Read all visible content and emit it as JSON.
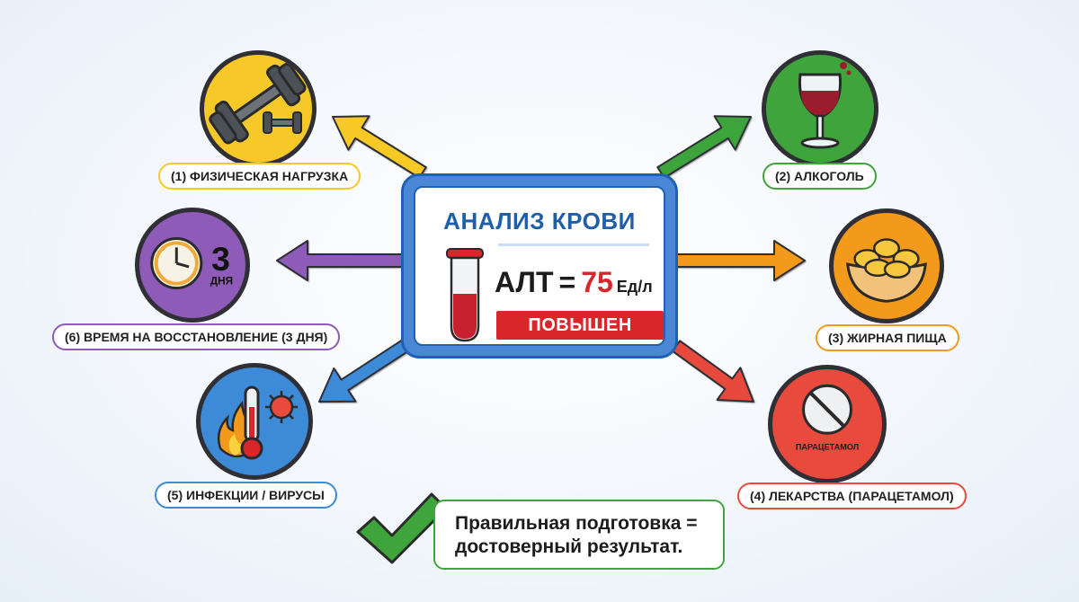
{
  "card": {
    "title": "АНАЛИЗ КРОВИ",
    "test_name": "АЛТ",
    "equals": "=",
    "value": "75",
    "unit": "Ед/л",
    "status": "ПОВЫШЕН"
  },
  "factors": [
    {
      "label": "(1) ФИЗИЧЕСКАЯ НАГРУЗКА",
      "color": "#f6c928",
      "icon": "dumbbell-icon"
    },
    {
      "label": "(2) АЛКОГОЛЬ",
      "color": "#3ea43b",
      "icon": "wine-glass-icon"
    },
    {
      "label": "(3) ЖИРНАЯ ПИЩА",
      "color": "#f39a1c",
      "icon": "fried-food-icon"
    },
    {
      "label": "(4) ЛЕКАРСТВА (ПАРАЦЕТАМОЛ)",
      "color": "#e84a3d",
      "icon": "pill-icon",
      "icon_text": "ПАРАЦЕТАМОЛ"
    },
    {
      "label": "(5) ИНФЕКЦИИ / ВИРУСЫ",
      "color": "#3d8ad6",
      "icon": "thermometer-virus-icon"
    },
    {
      "label": "(6) ВРЕМЯ НА ВОССТАНОВЛЕНИЕ (3 ДНЯ)",
      "color": "#8e5bb8",
      "icon": "clock-icon",
      "icon_number": "3",
      "icon_text": "ДНЯ"
    }
  ],
  "footer": {
    "line1": "Правильная подготовка =",
    "line2": "достоверный результат.",
    "icon": "checkmark-icon",
    "color": "#3ea43b"
  }
}
